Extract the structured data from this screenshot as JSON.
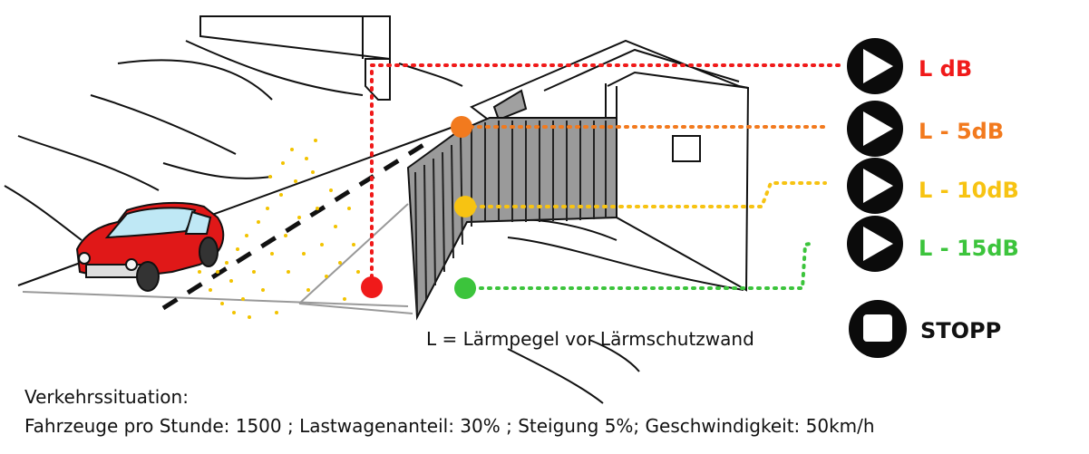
{
  "controls": [
    {
      "id": "l0",
      "label": "L dB",
      "color": "#f01a1a"
    },
    {
      "id": "l5",
      "label": "L - 5dB",
      "color": "#f27a1e"
    },
    {
      "id": "l10",
      "label": "L - 10dB",
      "color": "#f7c312"
    },
    {
      "id": "l15",
      "label": "L - 15dB",
      "color": "#3cc43c"
    }
  ],
  "stop": {
    "label": "STOPP",
    "icon": "stop-icon"
  },
  "play_icon": "play-icon",
  "caption": "L = Lärmpegel vor Lärmschutzwand",
  "traffic": {
    "title": "Verkehrssituation:",
    "details": "Fahrzeuge pro Stunde: 1500 ; Lastwagenanteil: 30% ; Steigung 5%; Geschwindigkeit: 50km/h"
  },
  "colors": {
    "red": "#f01a1a",
    "orange": "#f27a1e",
    "yellow": "#f7c312",
    "green": "#3cc43c",
    "wall": "#9a9a9a",
    "car": "#e01818",
    "car_glass": "#bfe8f5",
    "sound": "#f2c300"
  }
}
